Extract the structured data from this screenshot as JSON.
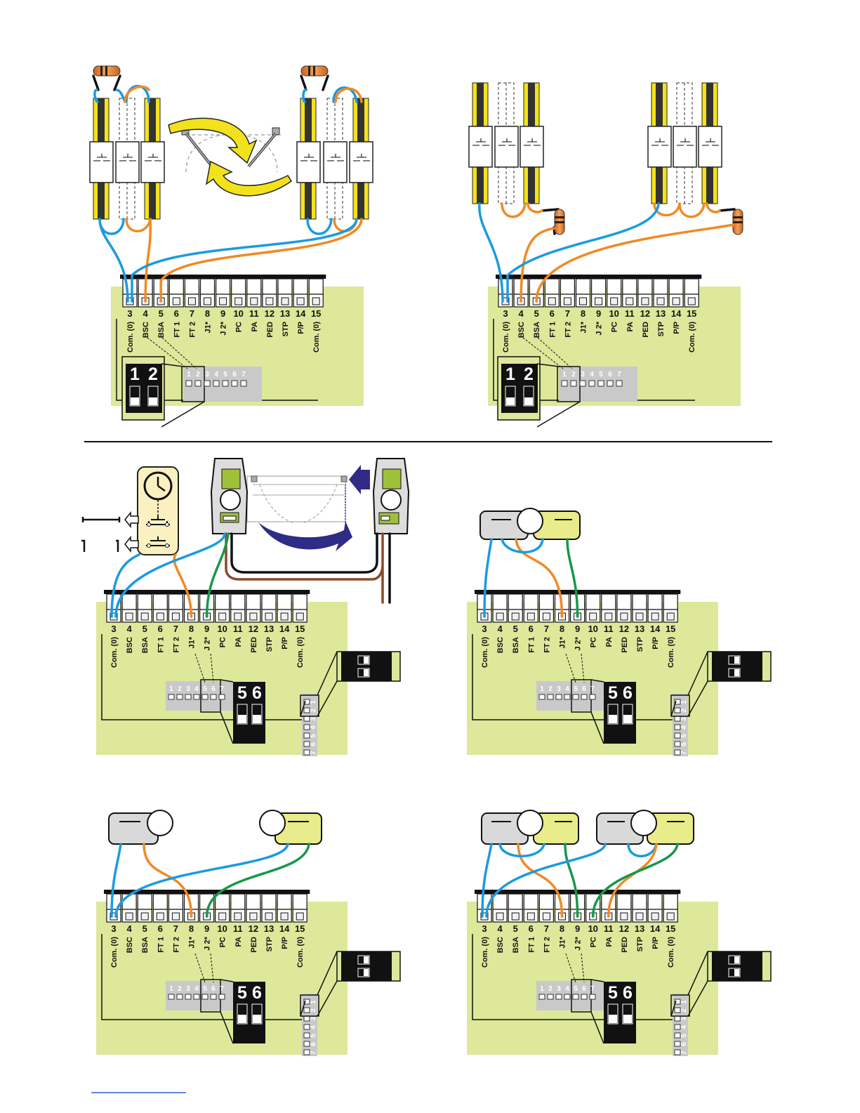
{
  "panels": [
    {
      "id": "p1",
      "terminal_labels": [
        "Com. (0)",
        "BSC",
        "BSA",
        "FT 1",
        "FT 2",
        "J1*",
        "J 2*",
        "PC",
        "PA",
        "PED",
        "STP",
        "P/P",
        "Com. (0)"
      ],
      "dip_big": [
        "1",
        "2"
      ]
    },
    {
      "id": "p2",
      "terminal_labels": [
        "Com. (0)",
        "BSC",
        "BSA",
        "FT 1",
        "FT 2",
        "J1*",
        "J 2*",
        "PC",
        "PA",
        "PED",
        "STP",
        "P/P",
        "Com. (0)"
      ],
      "dip_big": [
        "1",
        "2"
      ]
    },
    {
      "id": "p3",
      "terminal_labels": [
        "Com. (0)",
        "BSC",
        "BSA",
        "FT 1",
        "FT 2",
        "J1*",
        "J 2*",
        "PC",
        "PA",
        "PED",
        "STP",
        "P/P",
        "Com. (0)"
      ],
      "dip_big": [
        "5",
        "6"
      ]
    },
    {
      "id": "p4",
      "terminal_labels": [
        "Com. (0)",
        "BSC",
        "BSA",
        "FT 1",
        "FT 2",
        "J1*",
        "J 2*",
        "PC",
        "PA",
        "PED",
        "STP",
        "P/P",
        "Com. (0)"
      ],
      "dip_big": [
        "5",
        "6"
      ]
    },
    {
      "id": "p5",
      "terminal_labels": [
        "Com. (0)",
        "BSC",
        "BSA",
        "FT 1",
        "FT 2",
        "J1*",
        "J 2*",
        "PC",
        "PA",
        "PED",
        "STP",
        "P/P",
        "Com. (0)"
      ],
      "dip_big": [
        "5",
        "6"
      ]
    },
    {
      "id": "p6",
      "terminal_labels": [
        "Com. (0)",
        "BSC",
        "BSA",
        "FT 1",
        "FT 2",
        "J1*",
        "J 2*",
        "PC",
        "PA",
        "PED",
        "STP",
        "P/P",
        "Com. (0)"
      ],
      "dip_big": [
        "5",
        "6"
      ]
    }
  ],
  "terminal_numbers": [
    "3",
    "4",
    "5",
    "6",
    "7",
    "8",
    "9",
    "10",
    "11",
    "12",
    "13",
    "14",
    "15"
  ],
  "dip_small_numbers": [
    "1",
    "2",
    "3",
    "4",
    "5",
    "6",
    "7"
  ],
  "colors": {
    "board": "#dde89a",
    "wire_blue": "#1b9be0",
    "wire_orange": "#f08a24",
    "wire_green": "#17984a",
    "edge_yellow": "#f4e21a",
    "arrow_yellow": "#f2e21c",
    "arrow_navy": "#2e2c86"
  },
  "icons": [
    "clock-icon",
    "pushbutton-icon",
    "photocell-icon",
    "safety-edge-icon",
    "resistor-icon",
    "arrow-icon"
  ]
}
